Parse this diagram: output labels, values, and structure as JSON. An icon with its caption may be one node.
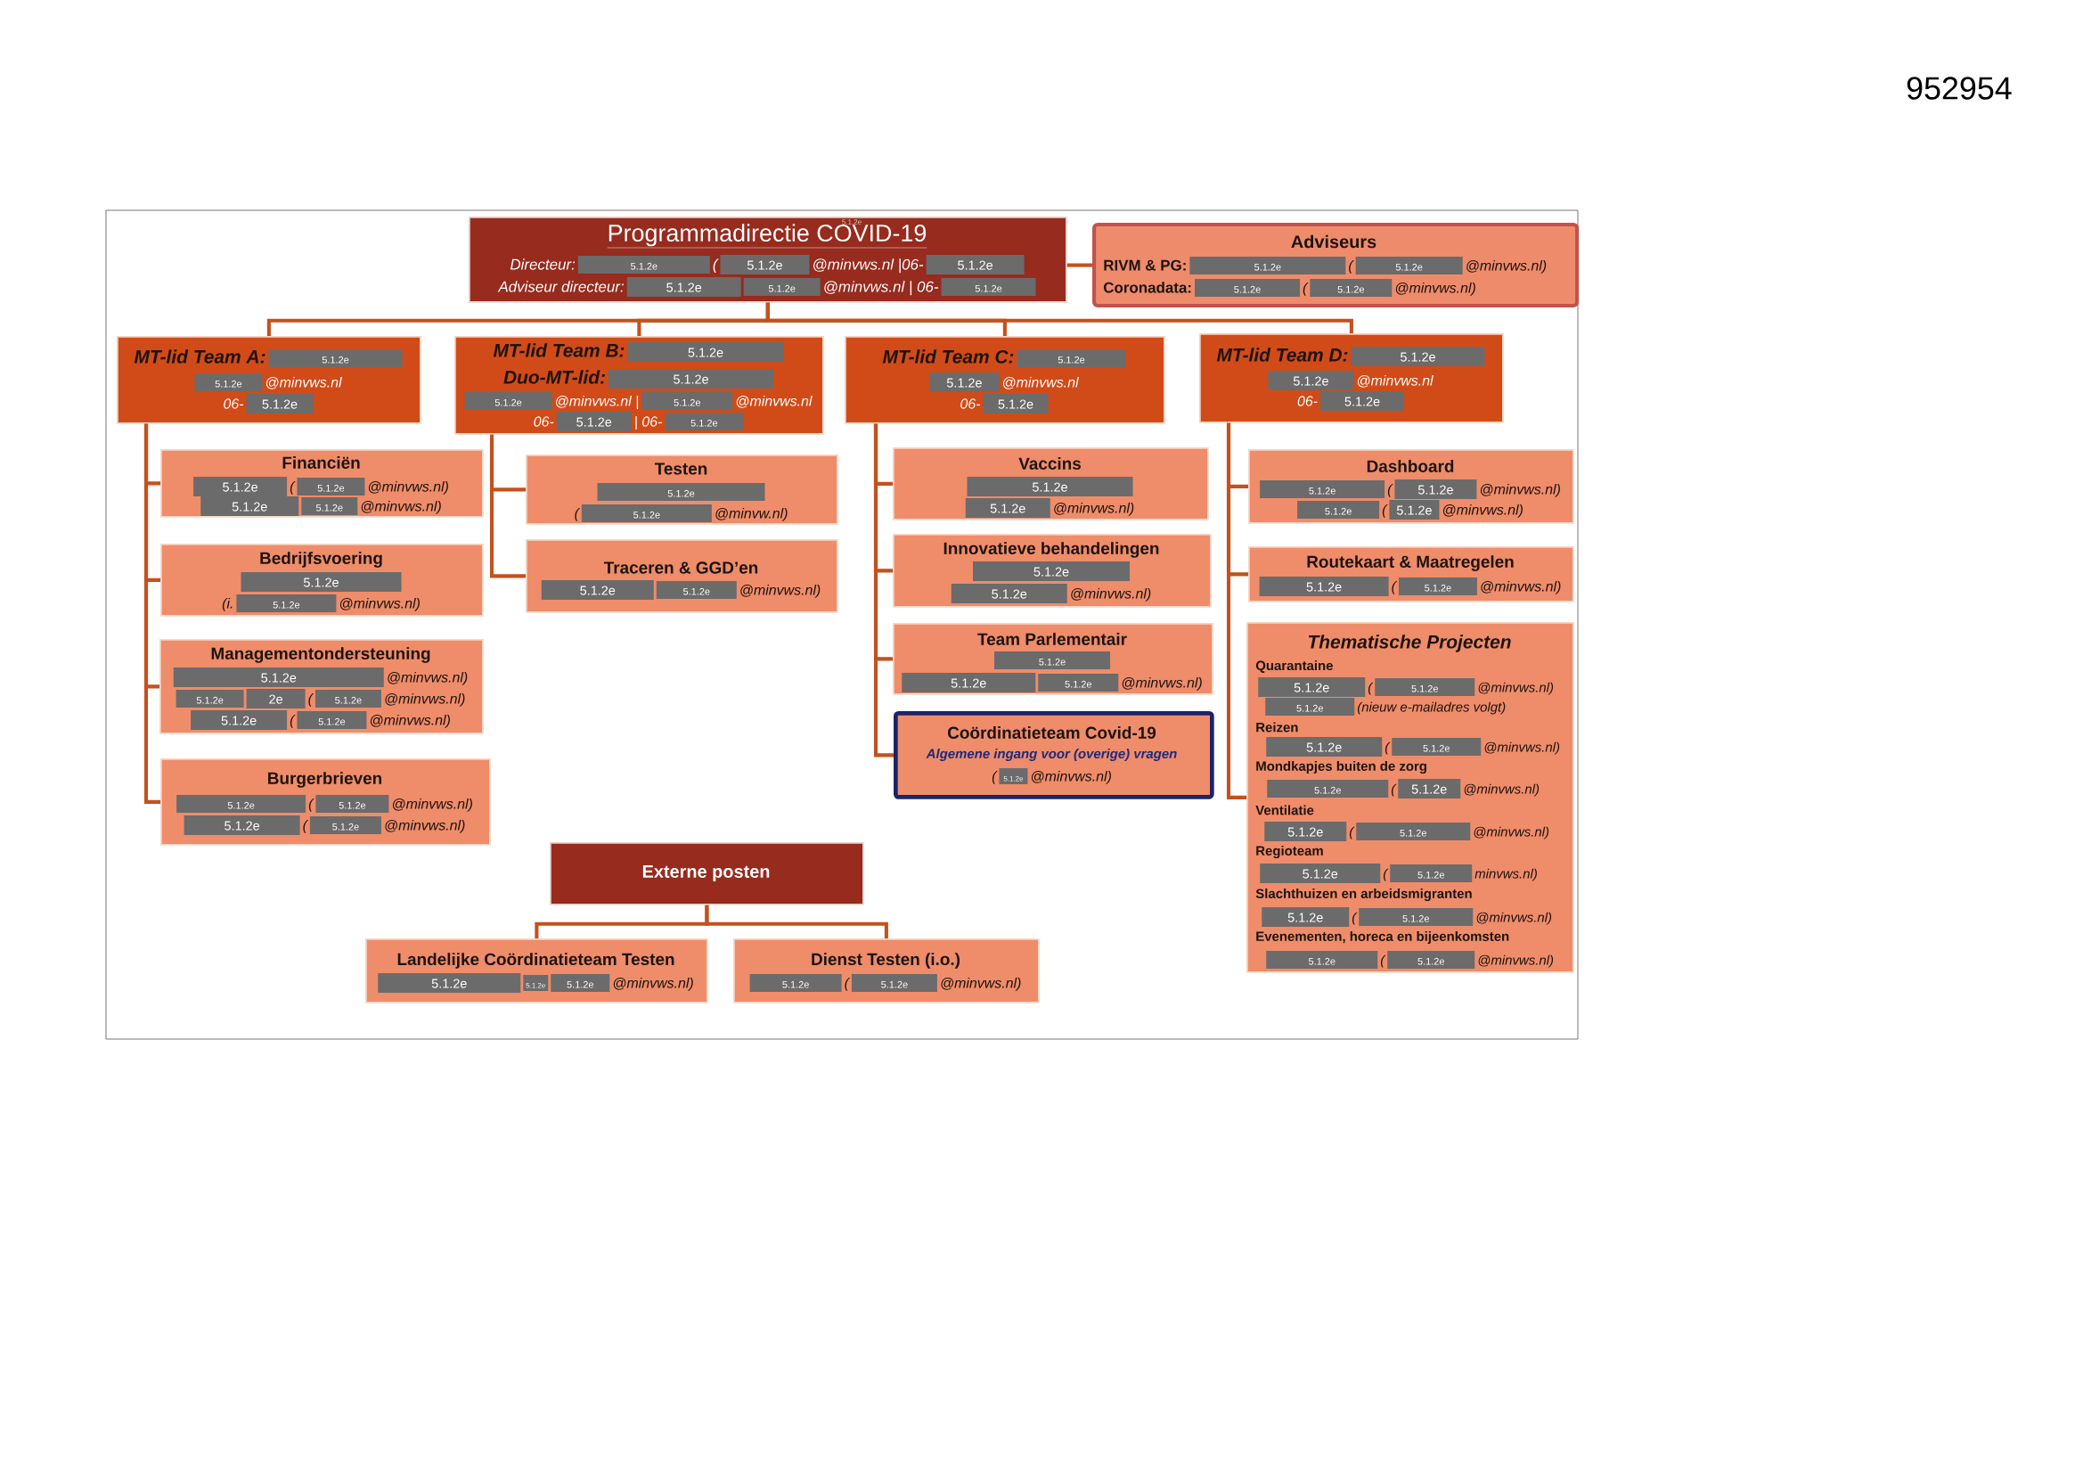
{
  "diagram": {
    "nodes": [
      {
        "text": [
          "Programmadirectie COVID-19",
          "5.1.2e",
          "Directeur:",
          "5.1.2e",
          "(",
          "5.1.2e",
          "@minvws.nl |06-",
          "5.1.2e",
          "Adviseur directeur:",
          "5.1.2e",
          "5.1.2e",
          "@minvws.nl | 06-",
          "5.1.2e"
        ]
      },
      {
        "text": [
          "Adviseurs",
          "RIVM & PG:",
          "5.1.2e",
          "(",
          "5.1.2e",
          "@minvws.nl)",
          "Coronadata:",
          "5.1.2e",
          "(",
          "5.1.2e",
          "@minvws.nl)"
        ]
      },
      {
        "text": [
          "MT-lid Team A:",
          "5.1.2e",
          "5.1.2e",
          "@minvws.nl",
          "06-",
          "5.1.2e"
        ]
      },
      {
        "text": [
          "MT-lid Team B:",
          "5.1.2e",
          "Duo-MT-lid:",
          "5.1.2e",
          "5.1.2e",
          "@minvws.nl |",
          "5.1.2e",
          "@minvws.nl",
          "06-",
          "5.1.2e",
          "| 06-",
          "5.1.2e"
        ]
      },
      {
        "text": [
          "MT-lid Team C:",
          "5.1.2e",
          "5.1.2e",
          "@minvws.nl",
          "06-",
          "5.1.2e"
        ]
      },
      {
        "text": [
          "MT-lid Team D:",
          "5.1.2e",
          "5.1.2e",
          "@minvws.nl",
          "06-",
          "5.1.2e"
        ]
      },
      {
        "text": [
          "Financiën",
          "5.1.2e",
          "(",
          "5.1.2e",
          "@minvws.nl)",
          "5.1.2e",
          "5.1.2e",
          "@minvws.nl)"
        ]
      },
      {
        "text": [
          "Bedrijfsvoering",
          "5.1.2e",
          "(i.",
          "5.1.2e",
          "@minvws.nl)"
        ]
      },
      {
        "text": [
          "Managementondersteuning",
          "5.1.2e",
          "@minvws.nl)",
          "5.1.2e",
          "2e",
          "(",
          "5.1.2e",
          "@minvws.nl)",
          "5.1.2e",
          "(",
          "5.1.2e",
          "@minvws.nl)"
        ]
      },
      {
        "text": [
          "Burgerbrieven",
          "5.1.2e",
          "(",
          "5.1.2e",
          "@minvws.nl)",
          "5.1.2e",
          "(",
          "5.1.2e",
          "@minvws.nl)"
        ]
      },
      {
        "text": [
          "Testen",
          "5.1.2e",
          "(",
          "5.1.2e",
          "@minvw.nl)"
        ]
      },
      {
        "text": [
          "Traceren & GGD’en",
          "5.1.2e",
          "5.1.2e",
          "@minvws.nl)"
        ]
      },
      {
        "text": [
          "Vaccins",
          "5.1.2e",
          "5.1.2e",
          "@minvws.nl)"
        ]
      },
      {
        "text": [
          "Innovatieve behandelingen",
          "5.1.2e",
          "5.1.2e",
          "@minvws.nl)"
        ]
      },
      {
        "text": [
          "Team Parlementair",
          "5.1.2e",
          "5.1.2e",
          "5.1.2e",
          "@minvws.nl)"
        ]
      },
      {
        "text": [
          "Coördinatieteam Covid-19",
          "Algemene ingang voor (overige) vragen",
          "(",
          "5.1.2e",
          "@minvws.nl)"
        ]
      },
      {
        "text": [
          "Dashboard",
          "5.1.2e",
          "(",
          "5.1.2e",
          "@minvws.nl)",
          "5.1.2e",
          "(",
          "5.1.2e",
          "@minvws.nl)"
        ]
      },
      {
        "text": [
          "Routekaart & Maatregelen",
          "5.1.2e",
          "(",
          "5.1.2e",
          "@minvws.nl)"
        ]
      },
      {
        "text": [
          "Thematische Projecten",
          "Quarantaine",
          "5.1.2e",
          "(",
          "5.1.2e",
          "@minvws.nl)",
          "5.1.2e",
          "(nieuw e-mailadres volgt)",
          "Reizen",
          "5.1.2e",
          "(",
          "5.1.2e",
          "@minvws.nl)",
          "Mondkapjes buiten de zorg",
          "5.1.2e",
          "(",
          "5.1.2e",
          "@minvws.nl)",
          "Ventilatie",
          "5.1.2e",
          "(",
          "5.1.2e",
          "@minvws.nl)",
          "Regioteam",
          "5.1.2e",
          "(",
          "5.1.2e",
          "minvws.nl)",
          "Slachthuizen en arbeidsmigranten",
          "5.1.2e",
          "(",
          "5.1.2e",
          "@minvws.nl)",
          "Evenementen, horeca en bijeenkomsten",
          "5.1.2e",
          "(",
          "5.1.2e",
          "@minvws.nl)"
        ]
      },
      {
        "text": [
          "Externe posten"
        ]
      },
      {
        "text": [
          "Landelijke Coördinatieteam Testen",
          "5.1.2e",
          "5.1.2e",
          "5.1.2e",
          "@minvws.nl)"
        ]
      },
      {
        "text": [
          "Dienst Testen (i.o.)",
          "5.1.2e",
          "(",
          "5.1.2e",
          "@minvws.nl)"
        ]
      }
    ],
    "edges": [
      {
        "from": 0,
        "to": 1,
        "arrow": "none"
      },
      {
        "from": 0,
        "to": 2,
        "arrow": "none"
      },
      {
        "from": 0,
        "to": 3,
        "arrow": "none"
      },
      {
        "from": 0,
        "to": 4,
        "arrow": "none"
      },
      {
        "from": 0,
        "to": 5,
        "arrow": "none"
      },
      {
        "from": 2,
        "to": 6,
        "arrow": "none"
      },
      {
        "from": 2,
        "to": 7,
        "arrow": "none"
      },
      {
        "from": 2,
        "to": 8,
        "arrow": "none"
      },
      {
        "from": 2,
        "to": 9,
        "arrow": "none"
      },
      {
        "from": 3,
        "to": 10,
        "arrow": "none"
      },
      {
        "from": 3,
        "to": 11,
        "arrow": "none"
      },
      {
        "from": 4,
        "to": 12,
        "arrow": "none"
      },
      {
        "from": 4,
        "to": 13,
        "arrow": "none"
      },
      {
        "from": 4,
        "to": 14,
        "arrow": "none"
      },
      {
        "from": 4,
        "to": 15,
        "arrow": "none"
      },
      {
        "from": 5,
        "to": 16,
        "arrow": "none"
      },
      {
        "from": 5,
        "to": 17,
        "arrow": "none"
      },
      {
        "from": 5,
        "to": 18,
        "arrow": "none"
      },
      {
        "from": 19,
        "to": 20,
        "arrow": "none"
      },
      {
        "from": 19,
        "to": 21,
        "arrow": "none"
      }
    ],
    "labels": [
      "952954"
    ]
  }
}
